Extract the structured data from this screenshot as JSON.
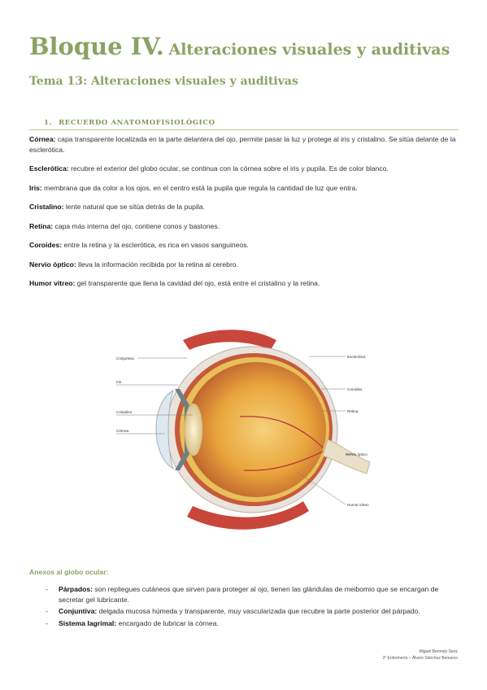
{
  "header": {
    "title_main": "Bloque IV.",
    "title_rest": "Alteraciones visuales y auditivas",
    "subtitle": "Tema 13: Alteraciones visuales y auditivas"
  },
  "section": {
    "number": "1.",
    "title": "RECUERDO ANATOMOFISIOLÓGICO"
  },
  "definitions": [
    {
      "term": "Córnea:",
      "text": "capa transparente localizada en la parte delantera del ojo, permite pasar la luz y protege al iris y cristalino. Se sitúa delante de la esclerótica."
    },
    {
      "term": "Esclerótica:",
      "text": "recubre el exterior del globo ocular, se continua con la córnea sobre el iris y pupila. Es de color blanco."
    },
    {
      "term": "Iris:",
      "text": "membrana que da color a los ojos, en el centro está la pupila que regula la cantidad de luz que entra."
    },
    {
      "term": "Cristalino:",
      "text": "lente natural que se sitúa detrás de la pupila."
    },
    {
      "term": "Retina:",
      "text": "capa más interna del ojo, contiene conos y bastones."
    },
    {
      "term": "Coroides:",
      "text": "entre la retina y la esclerótica, es rica en vasos sanguineos."
    },
    {
      "term": "Nervio óptico:",
      "text": "lleva la información recibida por la retina al cerebro."
    },
    {
      "term": "Humor vítreo:",
      "text": "gel transparente que llena la cavidad del ojo, está entre el cristalino y la retina."
    }
  ],
  "figure_labels": {
    "conjuntiva": "Conjuntiva",
    "iris": "Iris",
    "cristalino": "Cristalino",
    "cornea": "Córnea",
    "esclerotica": "Esclerótica",
    "coroides": "Coroides",
    "retina": "Retina",
    "nervio": "Nervio óptico",
    "humor": "Humor vítreo"
  },
  "annex": {
    "title": "Anexos al globo ocular:",
    "items": [
      {
        "term": "Párpados:",
        "text": "son repliegues cutáneos que sirven para proteger al ojo, tienen las glándulas de meibomio que se encargan de secretar gel lubricante."
      },
      {
        "term": "Conjuntiva:",
        "text": "delgada mucosa húmeda y transparente, muy vascularizada que recubre la parte posterior del párpado."
      },
      {
        "term": "Sistema lagrimal:",
        "text": "encargado de lubricar la córnea."
      }
    ]
  },
  "footer": {
    "line1": "Miguel Bermejo Sanz",
    "line2": "2º Enfermería – Álvaro Sánchez Benueco"
  },
  "colors": {
    "accent": "#8aa363"
  }
}
